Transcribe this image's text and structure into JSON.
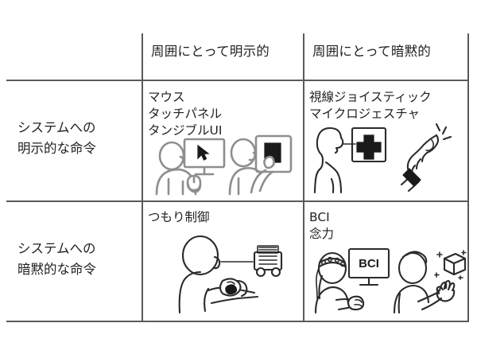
{
  "figure": {
    "type": "2x2-matrix",
    "columns": [
      {
        "id": "explicit-to-surroundings",
        "label": "周囲にとって明示的"
      },
      {
        "id": "implicit-to-surroundings",
        "label": "周囲にとって暗黙的"
      }
    ],
    "rows": [
      {
        "id": "explicit-command-to-system",
        "label_line1": "システムへの",
        "label_line2": "明示的な命令"
      },
      {
        "id": "implicit-command-to-system",
        "label_line1": "システムへの",
        "label_line2": "暗黙的な命令"
      }
    ],
    "cells": [
      {
        "id": "cell-explicit-explicit",
        "items": [
          "マウス",
          "タッチパネル",
          "タンジブルUI"
        ],
        "illustrations": [
          "person-using-mouse-with-monitor",
          "person-touching-tablet-panel"
        ]
      },
      {
        "id": "cell-explicit-implicit",
        "items": [
          "視線ジョイスティック",
          "マイクロジェスチャ"
        ],
        "illustrations": [
          "head-gaze-joystick-dpad",
          "hand-micro-gesture-wristband"
        ]
      },
      {
        "id": "cell-implicit-explicit",
        "items": [
          "つもり制御"
        ],
        "illustrations": [
          "person-with-controller-operating-vehicle"
        ]
      },
      {
        "id": "cell-implicit-implicit",
        "items": [
          "BCI",
          "念力"
        ],
        "illustrations": [
          "person-eeg-headband-bci-monitor",
          "person-levitating-cube-telekinesis"
        ],
        "screen_label": "BCI"
      }
    ],
    "colors": {
      "background": "#ffffff",
      "rule": "#5a5a5a",
      "text": "#231f20",
      "ink": "#2b2b2b",
      "ink_light": "#8e8e8e"
    }
  }
}
